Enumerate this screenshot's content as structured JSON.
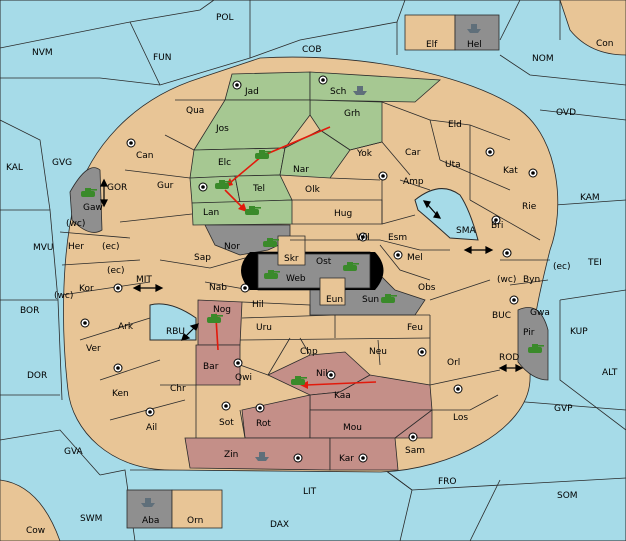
{
  "regions": {
    "pol": "POL",
    "nvm": "NVM",
    "fun": "FUN",
    "cob": "COB",
    "nom": "NOM",
    "con": "Con",
    "elf": "Elf",
    "hel": "Hel",
    "ovd": "OVD",
    "kal": "KAL",
    "gvg": "GVG",
    "kam": "KAM",
    "tei": "TEI",
    "gor": "GOR",
    "gaw": "Gaw",
    "mvu": "MVU",
    "mit": "MIT",
    "bor": "BOR",
    "kup": "KUP",
    "rbu": "RBU",
    "buc": "BUC",
    "dor": "DOR",
    "rod": "ROD",
    "alt": "ALT",
    "gvp": "GVP",
    "gva": "GVA",
    "fro": "FRO",
    "lit": "LIT",
    "som": "SOM",
    "swm": "SWM",
    "dax": "DAX",
    "cow": "Cow",
    "aba": "Aba",
    "orn": "Orn",
    "sma": "SMA",
    "jad": "Jad",
    "sch": "Sch",
    "qua": "Qua",
    "jos": "Jos",
    "grh": "Grh",
    "can": "Can",
    "elc": "Elc",
    "nar": "Nar",
    "yok": "Yok",
    "eld": "Eld",
    "car": "Car",
    "uta": "Uta",
    "kat": "Kat",
    "tel": "Tel",
    "olk": "Olk",
    "amp": "Amp",
    "gur": "Gur",
    "lan": "Lan",
    "hug": "Hug",
    "rie": "Rie",
    "bri": "Bri",
    "her": "Her",
    "nor": "Nor",
    "wil": "Wil",
    "esm": "Esm",
    "sap": "Sap",
    "skr": "Skr",
    "ost": "Ost",
    "mel": "Mel",
    "byn": "Byn",
    "kor": "Kor",
    "web": "Web",
    "nab": "Nab",
    "obs": "Obs",
    "eun": "Eun",
    "sun": "Sun",
    "gwa": "Gwa",
    "hil": "Hil",
    "ark": "Ark",
    "nog": "Nog",
    "pir": "Pir",
    "uru": "Uru",
    "feu": "Feu",
    "ver": "Ver",
    "chp": "Chp",
    "neu": "Neu",
    "bar": "Bar",
    "qwi": "Qwi",
    "orl": "Orl",
    "ken": "Ken",
    "nil": "Nil",
    "chr": "Chr",
    "kaa": "Kaa",
    "sot": "Sot",
    "los": "Los",
    "ail": "Ail",
    "rot": "Rot",
    "mou": "Mou",
    "zin": "Zin",
    "kar": "Kar",
    "sam": "Sam"
  },
  "coast_tags": {
    "wc": "(wc)",
    "ec": "(ec)"
  },
  "unit_colors": {
    "green_army": "#3a8a2a",
    "grey_fleet": "#5f6f7a"
  },
  "colors": {
    "sea": "#a6dbe8",
    "land": "#e8c596",
    "green_power": "#a6c892",
    "red_power": "#c48f88",
    "grey_power": "#8f8f8f",
    "order_arrow": "#e21a0c"
  }
}
